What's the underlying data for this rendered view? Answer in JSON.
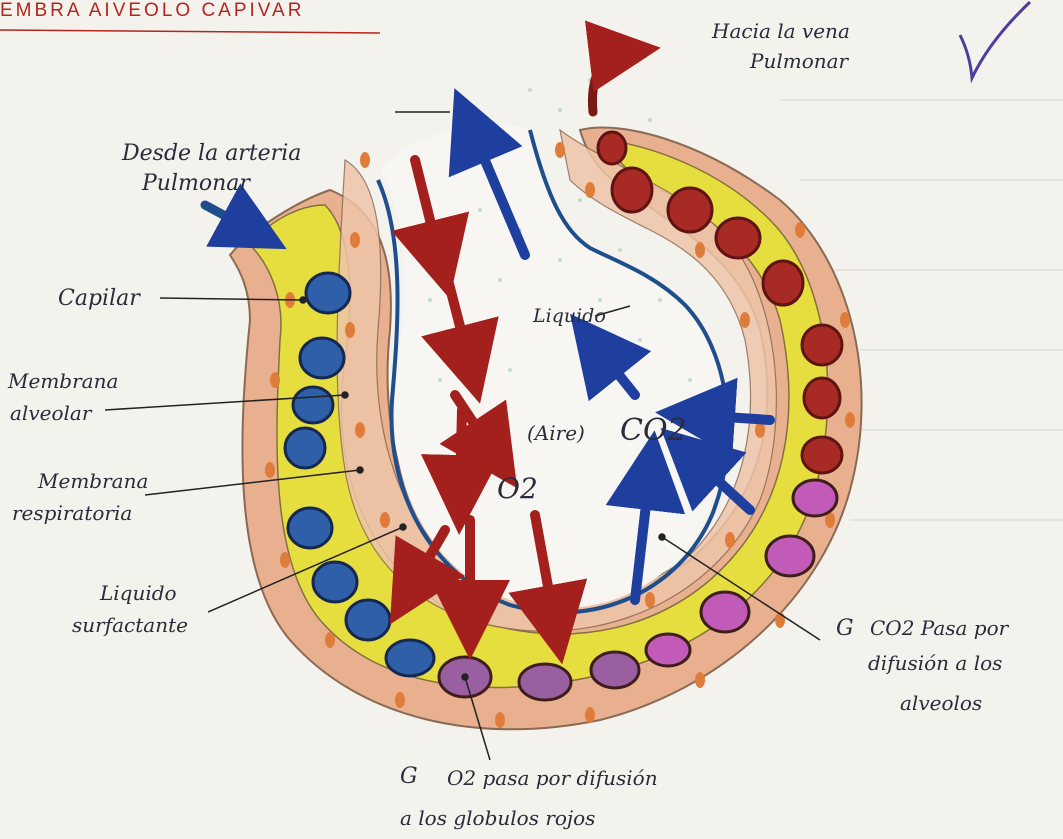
{
  "title": "EMBRA AIVEOLO CAPIVAR",
  "colors": {
    "paper": "#f4f2ec",
    "capillary_yellow": "#e6e03a",
    "tissue_orange": "#e9b08f",
    "membrane_blue": "#1f4e8c",
    "o2_arrow": "#a3201c",
    "co2_arrow": "#1f3f9e",
    "rbc_oxygenated": "#a82a24",
    "rbc_deoxygenated": "#2e5fa8",
    "rbc_mid": "#c25bb8"
  },
  "labels": {
    "artery": [
      "Desde la arteria",
      "Pulmonar"
    ],
    "vein": [
      "Hacia la vena",
      "Pulmonar"
    ],
    "capilar": "Capilar",
    "membrana_alveolar": [
      "Membrana",
      "alveolar"
    ],
    "membrana_respiratoria": [
      "Membrana",
      "respiratoria"
    ],
    "liquido_surfactante": [
      "Liquido",
      "surfactante"
    ],
    "liquido": "Liquido",
    "aire": "(Aire)",
    "o2": "O2",
    "co2": "CO2",
    "note_co2": [
      "CO2 Pasa por",
      "difusión a los",
      "alveolos"
    ],
    "note_o2": [
      "O2 pasa por difusión",
      "a los globulos rojos"
    ],
    "marker": "G"
  },
  "icons": [
    "checkmark-icon"
  ]
}
